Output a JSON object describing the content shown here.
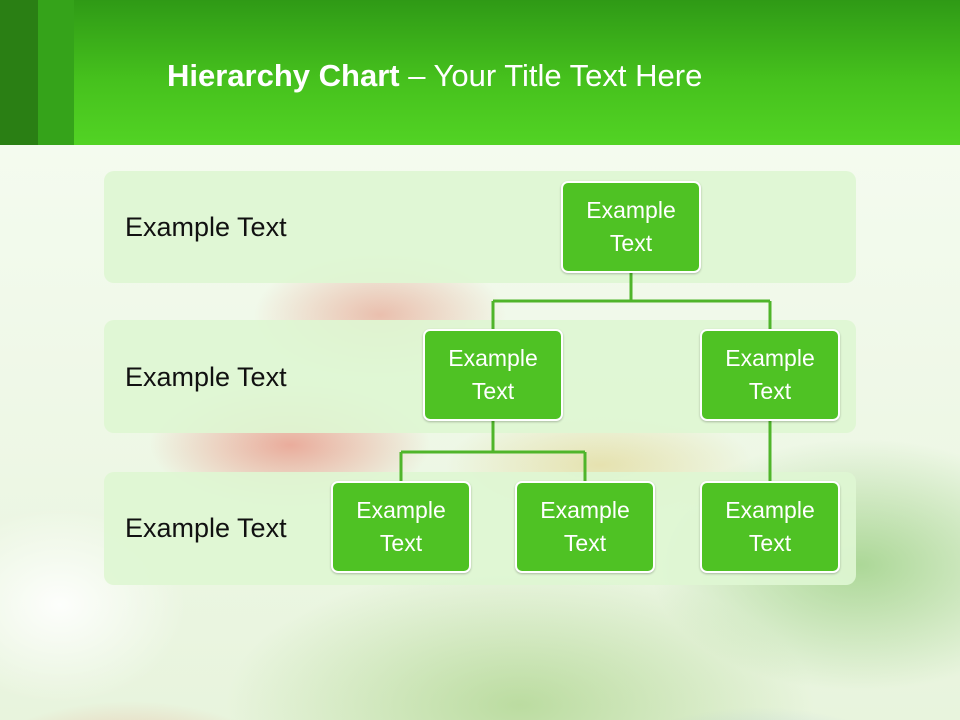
{
  "header": {
    "title_bold": "Hierarchy Chart",
    "title_rest": " – Your Title Text Here"
  },
  "levels": [
    {
      "label": "Example Text"
    },
    {
      "label": "Example Text"
    },
    {
      "label": "Example Text"
    }
  ],
  "nodes": {
    "root": "Example Text",
    "level2_left": "Example Text",
    "level2_right": "Example Text",
    "level3_a": "Example Text",
    "level3_b": "Example Text",
    "level3_c": "Example Text"
  },
  "colors": {
    "header_green": "#46c11d",
    "node_green": "#4fc224",
    "connector_green": "#4fb52a",
    "band_fill": "#def6d2"
  }
}
